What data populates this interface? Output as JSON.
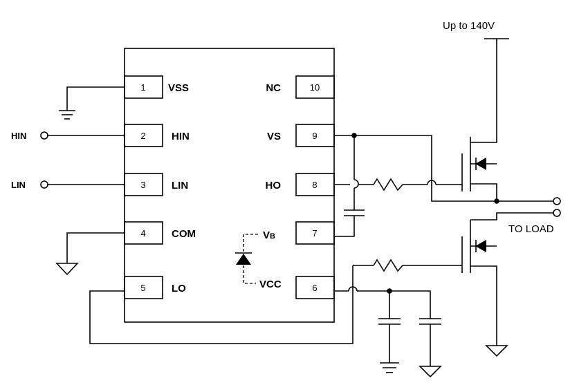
{
  "supply_label": "Up to 140V",
  "load_label": "TO LOAD",
  "inputs": {
    "hin": "HIN",
    "lin": "LIN"
  },
  "pins_left": [
    {
      "num": "1",
      "name": "VSS"
    },
    {
      "num": "2",
      "name": "HIN"
    },
    {
      "num": "3",
      "name": "LIN"
    },
    {
      "num": "4",
      "name": "COM"
    },
    {
      "num": "5",
      "name": "LO"
    }
  ],
  "pins_right": [
    {
      "num": "10",
      "name": "NC"
    },
    {
      "num": "9",
      "name": "VS"
    },
    {
      "num": "8",
      "name": "HO"
    },
    {
      "num": "7",
      "name": ""
    },
    {
      "num": "6",
      "name": ""
    }
  ],
  "internal": {
    "vb_prefix": "V",
    "vb_sub": "B",
    "vcc": "VCC"
  }
}
